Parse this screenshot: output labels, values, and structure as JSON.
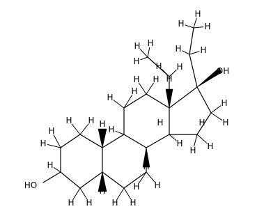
{
  "molecule": {
    "atom_symbol": "H",
    "hydroxyl_upper": "OH",
    "hydroxyl_lower": "HO"
  }
}
